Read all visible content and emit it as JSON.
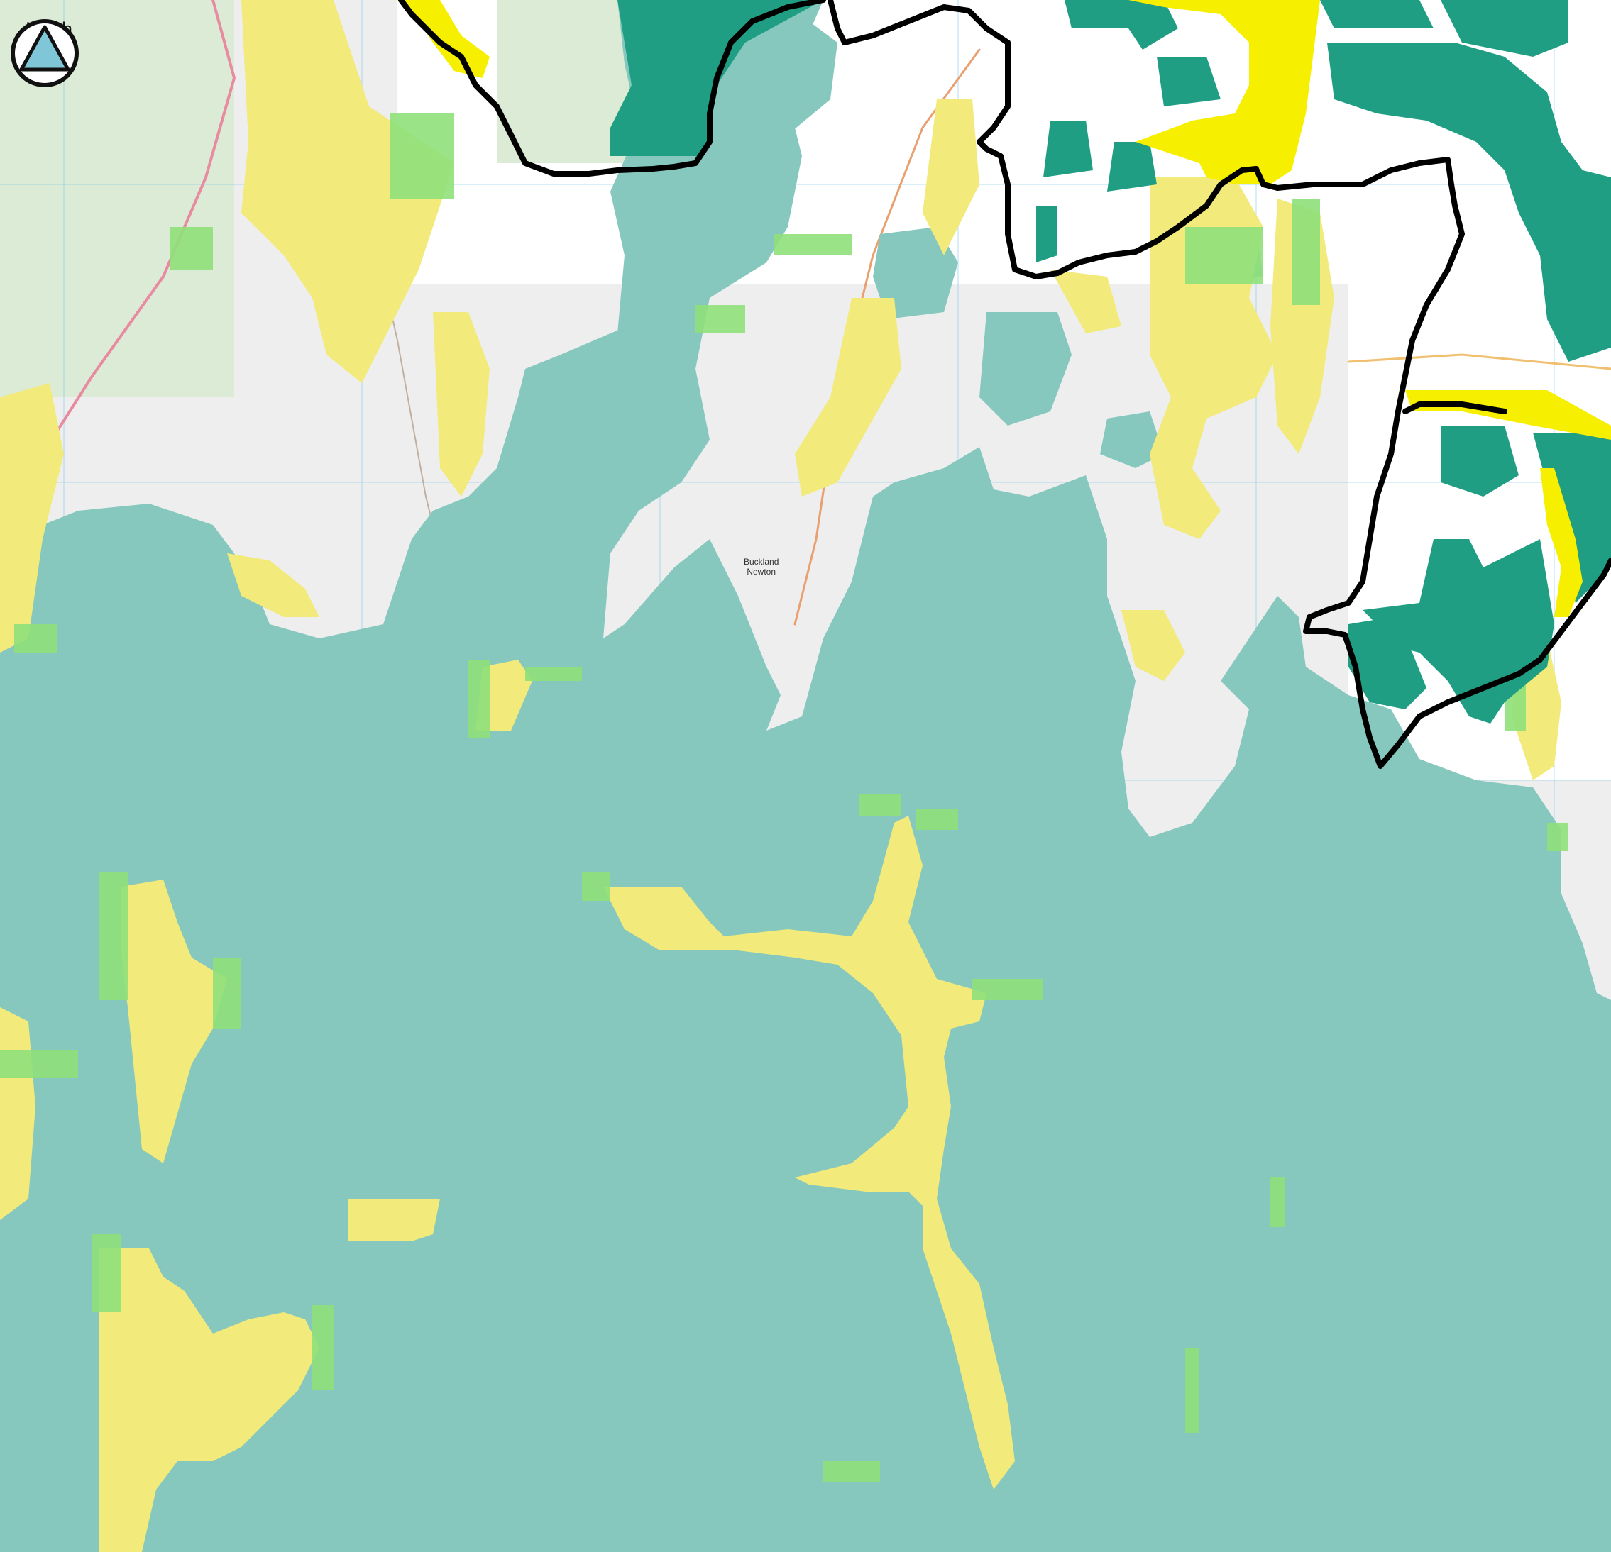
{
  "north_arrow": {
    "label": "North",
    "icon": "north-arrow-triangle-icon"
  },
  "place_labels": {
    "buckland_newton_line1": "Buckland",
    "buckland_newton_line2": "Newton"
  },
  "colors": {
    "basemap": "#eeeeee",
    "basemap_white": "#ffffff",
    "zone_teal_light": "#86c8be",
    "zone_teal_dark": "#1f9e84",
    "zone_yellow": "#f2ea7a",
    "zone_yellow_bright": "#f7ef00",
    "zone_green": "#8fe07a",
    "boundary": "#000000",
    "grid": "#7fc8e8",
    "north_fill": "#7fc7d8"
  }
}
